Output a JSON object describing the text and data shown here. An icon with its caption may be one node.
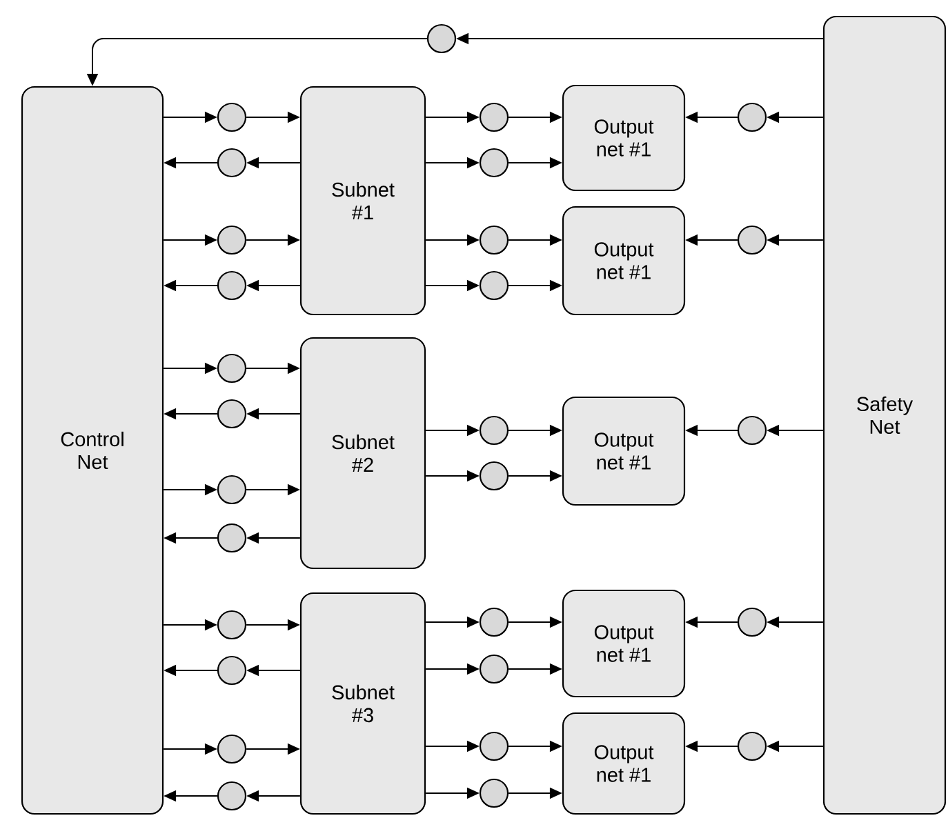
{
  "diagram": {
    "nodes": [
      {
        "text": [
          "Control Net"
        ]
      },
      {
        "text": [
          "Safety Net"
        ]
      },
      {
        "text": [
          "Subnet #1"
        ]
      },
      {
        "text": [
          "Subnet #2"
        ]
      },
      {
        "text": [
          "Subnet #3"
        ]
      },
      {
        "text": [
          "Output net #1"
        ]
      },
      {
        "text": [
          "Output net #1"
        ]
      },
      {
        "text": [
          "Output net #1"
        ]
      },
      {
        "text": [
          "Output net #1"
        ]
      },
      {
        "text": [
          "Output net #1"
        ]
      },
      {
        "text": [],
        "shape": "circle"
      },
      {
        "text": [],
        "shape": "circle"
      },
      {
        "text": [],
        "shape": "circle"
      },
      {
        "text": [],
        "shape": "circle"
      },
      {
        "text": [],
        "shape": "circle"
      },
      {
        "text": [],
        "shape": "circle"
      },
      {
        "text": [],
        "shape": "circle"
      },
      {
        "text": [],
        "shape": "circle"
      },
      {
        "text": [],
        "shape": "circle"
      },
      {
        "text": [],
        "shape": "circle"
      },
      {
        "text": [],
        "shape": "circle"
      },
      {
        "text": [],
        "shape": "circle"
      },
      {
        "text": [],
        "shape": "circle"
      },
      {
        "text": [],
        "shape": "circle"
      },
      {
        "text": [],
        "shape": "circle"
      },
      {
        "text": [],
        "shape": "circle"
      },
      {
        "text": [],
        "shape": "circle"
      },
      {
        "text": [],
        "shape": "circle"
      },
      {
        "text": [],
        "shape": "circle"
      },
      {
        "text": [],
        "shape": "circle"
      },
      {
        "text": [],
        "shape": "circle"
      },
      {
        "text": [],
        "shape": "circle"
      },
      {
        "text": [],
        "shape": "circle"
      },
      {
        "text": [],
        "shape": "circle"
      },
      {
        "text": [],
        "shape": "circle"
      },
      {
        "text": [],
        "shape": "circle"
      },
      {
        "text": [],
        "shape": "circle"
      },
      {
        "text": [],
        "shape": "circle"
      }
    ],
    "edges": [
      {
        "from": 1,
        "to": 10,
        "arrow": "to"
      },
      {
        "from": 10,
        "to": 0,
        "arrow": "to"
      },
      {
        "from": 0,
        "to": 11,
        "arrow": "to"
      },
      {
        "from": 11,
        "to": 2,
        "arrow": "to"
      },
      {
        "from": 2,
        "to": 12,
        "arrow": "to"
      },
      {
        "from": 12,
        "to": 0,
        "arrow": "to"
      },
      {
        "from": 0,
        "to": 13,
        "arrow": "to"
      },
      {
        "from": 13,
        "to": 2,
        "arrow": "to"
      },
      {
        "from": 2,
        "to": 14,
        "arrow": "to"
      },
      {
        "from": 14,
        "to": 0,
        "arrow": "to"
      },
      {
        "from": 0,
        "to": 15,
        "arrow": "to"
      },
      {
        "from": 15,
        "to": 3,
        "arrow": "to"
      },
      {
        "from": 3,
        "to": 16,
        "arrow": "to"
      },
      {
        "from": 16,
        "to": 0,
        "arrow": "to"
      },
      {
        "from": 0,
        "to": 17,
        "arrow": "to"
      },
      {
        "from": 17,
        "to": 3,
        "arrow": "to"
      },
      {
        "from": 3,
        "to": 18,
        "arrow": "to"
      },
      {
        "from": 18,
        "to": 0,
        "arrow": "to"
      },
      {
        "from": 0,
        "to": 19,
        "arrow": "to"
      },
      {
        "from": 19,
        "to": 4,
        "arrow": "to"
      },
      {
        "from": 4,
        "to": 20,
        "arrow": "to"
      },
      {
        "from": 20,
        "to": 0,
        "arrow": "to"
      },
      {
        "from": 0,
        "to": 21,
        "arrow": "to"
      },
      {
        "from": 21,
        "to": 4,
        "arrow": "to"
      },
      {
        "from": 4,
        "to": 22,
        "arrow": "to"
      },
      {
        "from": 22,
        "to": 0,
        "arrow": "to"
      },
      {
        "from": 2,
        "to": 23,
        "arrow": "to"
      },
      {
        "from": 23,
        "to": 5,
        "arrow": "to"
      },
      {
        "from": 2,
        "to": 24,
        "arrow": "to"
      },
      {
        "from": 24,
        "to": 5,
        "arrow": "to"
      },
      {
        "from": 2,
        "to": 25,
        "arrow": "to"
      },
      {
        "from": 25,
        "to": 6,
        "arrow": "to"
      },
      {
        "from": 2,
        "to": 26,
        "arrow": "to"
      },
      {
        "from": 26,
        "to": 6,
        "arrow": "to"
      },
      {
        "from": 3,
        "to": 27,
        "arrow": "to"
      },
      {
        "from": 27,
        "to": 7,
        "arrow": "to"
      },
      {
        "from": 3,
        "to": 28,
        "arrow": "to"
      },
      {
        "from": 28,
        "to": 7,
        "arrow": "to"
      },
      {
        "from": 4,
        "to": 29,
        "arrow": "to"
      },
      {
        "from": 29,
        "to": 8,
        "arrow": "to"
      },
      {
        "from": 4,
        "to": 30,
        "arrow": "to"
      },
      {
        "from": 30,
        "to": 8,
        "arrow": "to"
      },
      {
        "from": 4,
        "to": 31,
        "arrow": "to"
      },
      {
        "from": 31,
        "to": 9,
        "arrow": "to"
      },
      {
        "from": 4,
        "to": 32,
        "arrow": "to"
      },
      {
        "from": 32,
        "to": 9,
        "arrow": "to"
      },
      {
        "from": 1,
        "to": 33,
        "arrow": "to"
      },
      {
        "from": 33,
        "to": 5,
        "arrow": "to"
      },
      {
        "from": 1,
        "to": 34,
        "arrow": "to"
      },
      {
        "from": 34,
        "to": 6,
        "arrow": "to"
      },
      {
        "from": 1,
        "to": 35,
        "arrow": "to"
      },
      {
        "from": 35,
        "to": 7,
        "arrow": "to"
      },
      {
        "from": 1,
        "to": 36,
        "arrow": "to"
      },
      {
        "from": 36,
        "to": 8,
        "arrow": "to"
      },
      {
        "from": 1,
        "to": 37,
        "arrow": "to"
      },
      {
        "from": 37,
        "to": 9,
        "arrow": "to"
      }
    ]
  }
}
